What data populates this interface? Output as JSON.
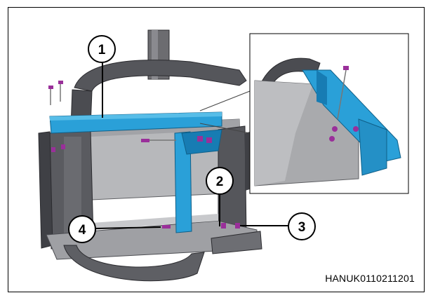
{
  "diagram": {
    "code": "HANUK0110211201",
    "callouts": [
      "1",
      "2",
      "3",
      "4"
    ],
    "colors": {
      "frame": "#000000",
      "steel": "#6c6c70",
      "steel_dark": "#3f4045",
      "panel": "#b7b8bb",
      "panel_dark": "#8d8e92",
      "highlight": "#2aa0d8",
      "highlight_dark": "#177cb3",
      "bolt": "#9a2f9a"
    }
  }
}
